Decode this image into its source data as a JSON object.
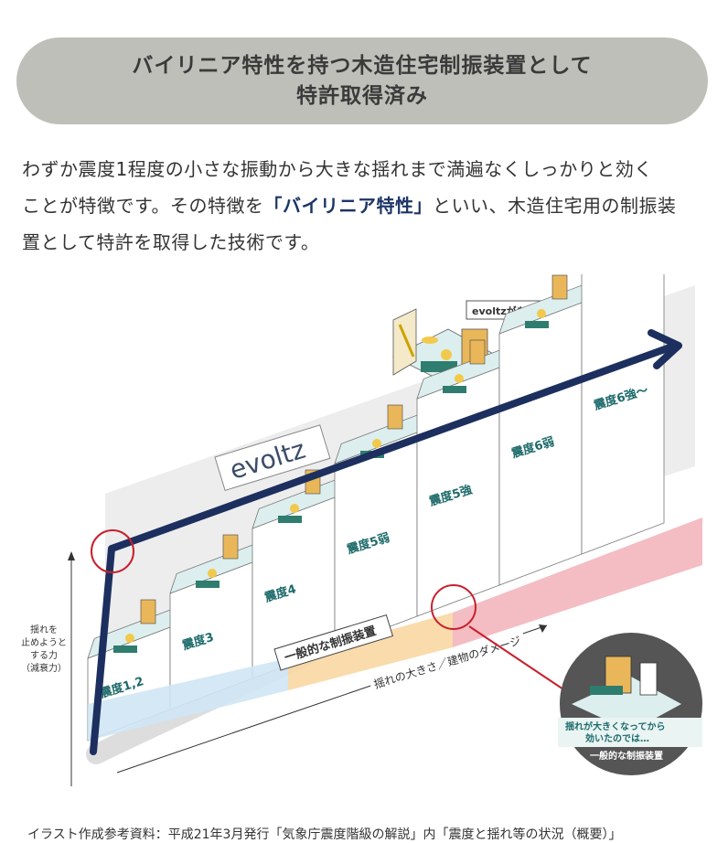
{
  "banner": {
    "line1": "バイリニア特性を持つ木造住宅制振装置として",
    "line2": "特許取得済み"
  },
  "intro": {
    "line1": "わずか震度1程度の小さな振動から大きな揺れまで満遍なくしっかりと効く",
    "line2_pre": "ことが特徴です。その特徴を",
    "line2_highlight": "「バイリニア特性」",
    "line2_post": "といい、木造住宅用の制振装",
    "line3": "置として特許を取得した技術です。"
  },
  "illustration": {
    "evoltz_badge": "evoltzがあれば安心です！",
    "evoltz_logo": "evoltz",
    "axis_left_label": [
      "揺れを",
      "止めようと",
      "する力",
      "（減衰力）"
    ],
    "axis_bottom_label": "揺れの大きさ／建物のダメージ",
    "generic_device_label": "一般的な制振装置",
    "callout_line1": "揺れが大きくなってから",
    "callout_line2": "効いたのでは…",
    "callout_caption": "一般的な制振装置",
    "blocks": [
      {
        "label": "震度1,2"
      },
      {
        "label": "震度3"
      },
      {
        "label": "震度4"
      },
      {
        "label": "震度5弱"
      },
      {
        "label": "震度5強"
      },
      {
        "label": "震度6弱"
      },
      {
        "label": "震度6強〜"
      }
    ],
    "colors": {
      "navy_arrow": "#1c2f5e",
      "teal_top": "#dcefee",
      "blue_band": "#cfe6f4",
      "orange_band": "#f8d7a3",
      "pink_band": "#f3b5bd",
      "red_circle": "#c8202e",
      "callout_bg": "#555555",
      "callout_text": "#1d6a6a"
    }
  },
  "credit": "イラスト作成参考資料：平成21年3月発行「気象庁震度階級の解説」内「震度と揺れ等の状況（概要）」"
}
